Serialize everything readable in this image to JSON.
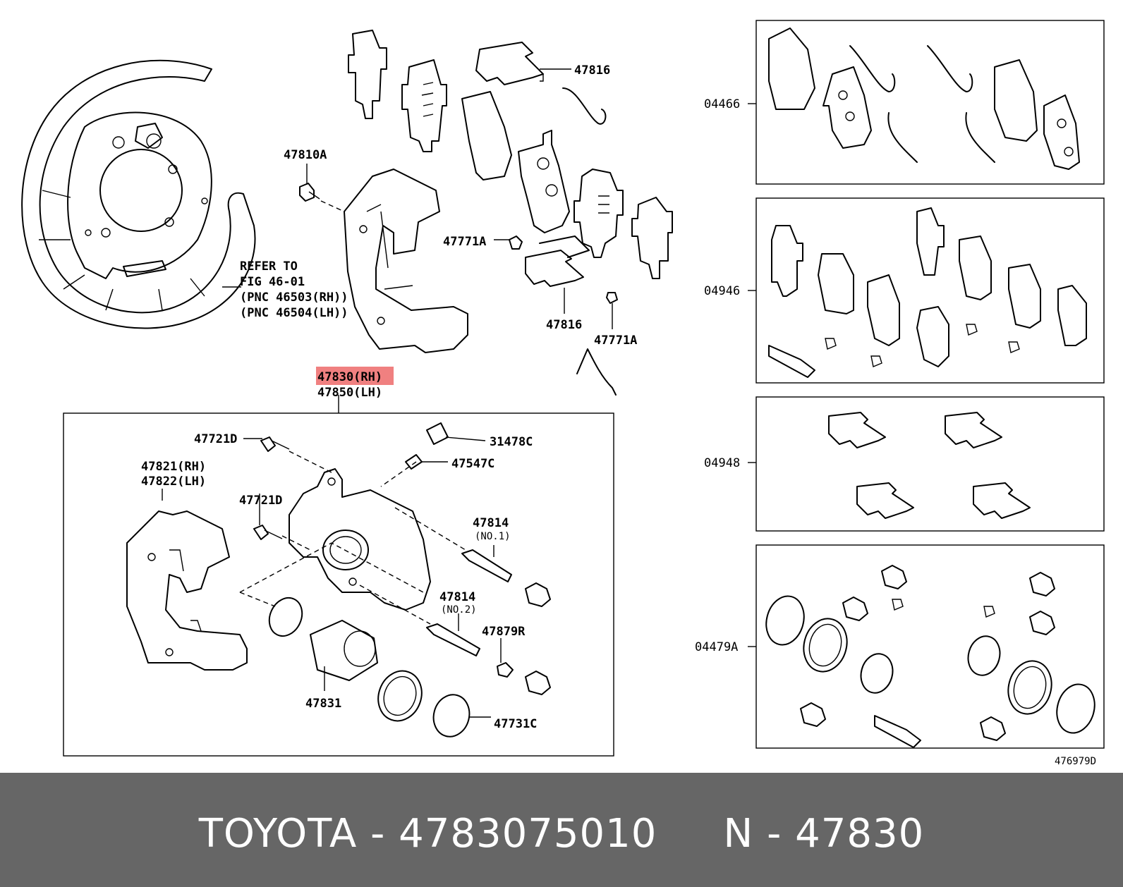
{
  "labels": {
    "p47816_top": "47816",
    "p47810a": "47810A",
    "p47771a_1": "47771A",
    "p47816_bottom": "47816",
    "p47771a_2": "47771A",
    "refer_line1": "REFER TO",
    "refer_line2": "FIG 46-01",
    "refer_line3": "(PNC 46503(RH))",
    "refer_line4": "(PNC 46504(LH))",
    "p47830": "47830(RH)",
    "p47850": "47850(LH)",
    "p47721d_1": "47721D",
    "p31478c": "31478C",
    "p47547c": "47547C",
    "p47821": "47821(RH)",
    "p47822": "47822(LH)",
    "p47721d_2": "47721D",
    "p47814_1": "47814",
    "p47814_1_note": "(NO.1)",
    "p47814_2": "47814",
    "p47814_2_note": "(NO.2)",
    "p47879r": "47879R",
    "p47831": "47831",
    "p47731c": "47731C",
    "kit_04466": "04466",
    "kit_04946": "04946",
    "kit_04948": "04948",
    "kit_04479a": "04479A",
    "diagram_id": "476979D"
  },
  "highlight_color": "#f08080",
  "footer": {
    "text": "TOYOTA - 4783075010     N - 47830"
  }
}
